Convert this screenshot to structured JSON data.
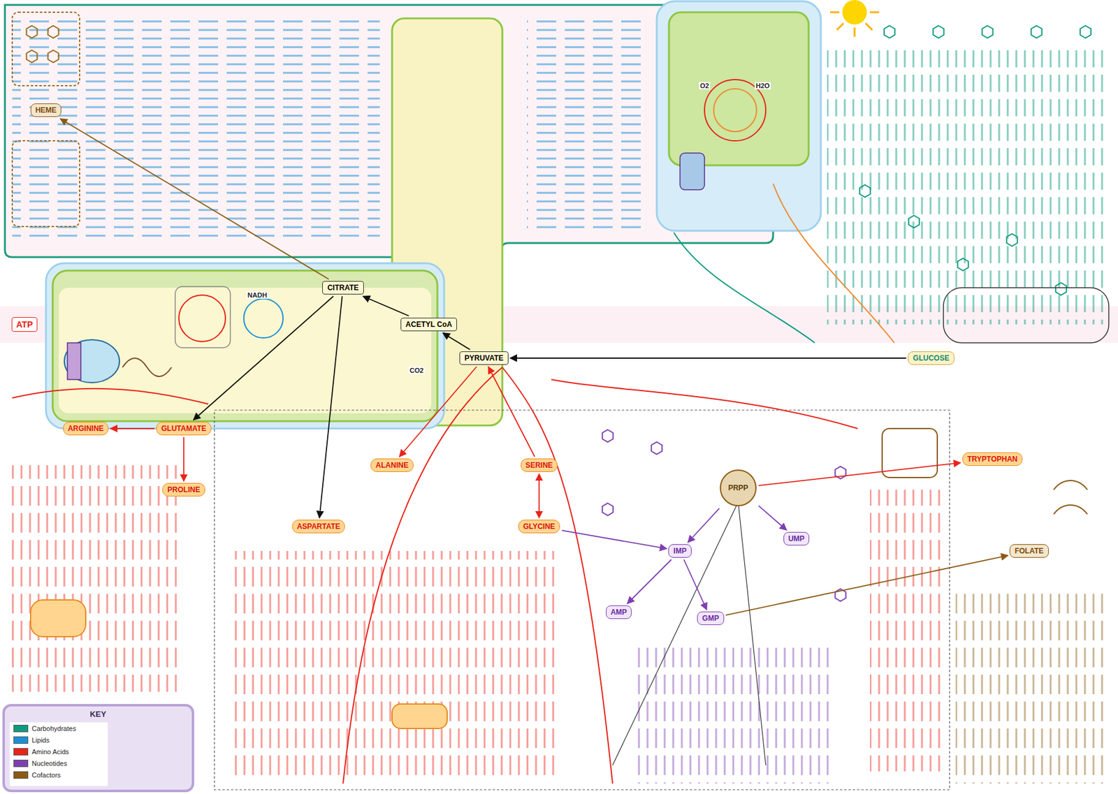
{
  "diagram": {
    "nodes": [
      {
        "text": [
          "PYRUVATE"
        ]
      },
      {
        "text": [
          "ACETYL CoA"
        ]
      },
      {
        "text": [
          "CITRATE"
        ]
      },
      {
        "text": [
          "ATP"
        ]
      },
      {
        "text": [
          "GLUCOSE"
        ]
      },
      {
        "text": [
          "PRPP"
        ]
      },
      {
        "text": [
          "IMP"
        ]
      },
      {
        "text": [
          "AMP"
        ]
      },
      {
        "text": [
          "GMP"
        ]
      },
      {
        "text": [
          "UMP"
        ]
      },
      {
        "text": [
          "ALANINE"
        ]
      },
      {
        "text": [
          "SERINE"
        ]
      },
      {
        "text": [
          "GLYCINE"
        ]
      },
      {
        "text": [
          "GLUTAMATE"
        ]
      },
      {
        "text": [
          "ARGININE"
        ]
      },
      {
        "text": [
          "PROLINE"
        ]
      },
      {
        "text": [
          "ASPARTATE"
        ]
      },
      {
        "text": [
          "TRYPTOPHAN"
        ]
      },
      {
        "text": [
          "FOLATE"
        ]
      },
      {
        "text": [
          "HEME"
        ]
      }
    ],
    "edges": [
      {
        "from": 0,
        "to": 1,
        "arrow": "to"
      },
      {
        "from": 1,
        "to": 2,
        "arrow": "to"
      },
      {
        "from": 4,
        "to": 0,
        "arrow": "to"
      },
      {
        "from": 0,
        "to": 10,
        "arrow": "to"
      },
      {
        "from": 11,
        "to": 0,
        "arrow": "to"
      },
      {
        "from": 11,
        "to": 12,
        "arrow": "both"
      },
      {
        "from": 13,
        "to": 14,
        "arrow": "to"
      },
      {
        "from": 13,
        "to": 15,
        "arrow": "to"
      },
      {
        "from": 2,
        "to": 13,
        "arrow": "to"
      },
      {
        "from": 2,
        "to": 16,
        "arrow": "to"
      },
      {
        "from": 5,
        "to": 6,
        "arrow": "to"
      },
      {
        "from": 5,
        "to": 9,
        "arrow": "to"
      },
      {
        "from": 6,
        "to": 7,
        "arrow": "to"
      },
      {
        "from": 6,
        "to": 8,
        "arrow": "to"
      },
      {
        "from": 12,
        "to": 6,
        "arrow": "to"
      },
      {
        "from": 5,
        "to": 17,
        "arrow": "to"
      },
      {
        "from": 8,
        "to": 18,
        "arrow": "to"
      },
      {
        "from": 2,
        "to": 19,
        "arrow": "to"
      }
    ],
    "labels": [
      "KEY",
      "NADH",
      "CO2",
      "H2O",
      "O2"
    ],
    "legend": [
      {
        "text": "Carbohydrates",
        "color": "#0f9b7f"
      },
      {
        "text": "Lipids",
        "color": "#1a8fd6"
      },
      {
        "text": "Amino Acids",
        "color": "#e8231a"
      },
      {
        "text": "Nucleotides",
        "color": "#7d3fb0"
      },
      {
        "text": "Cofactors",
        "color": "#8b5a14"
      }
    ]
  }
}
